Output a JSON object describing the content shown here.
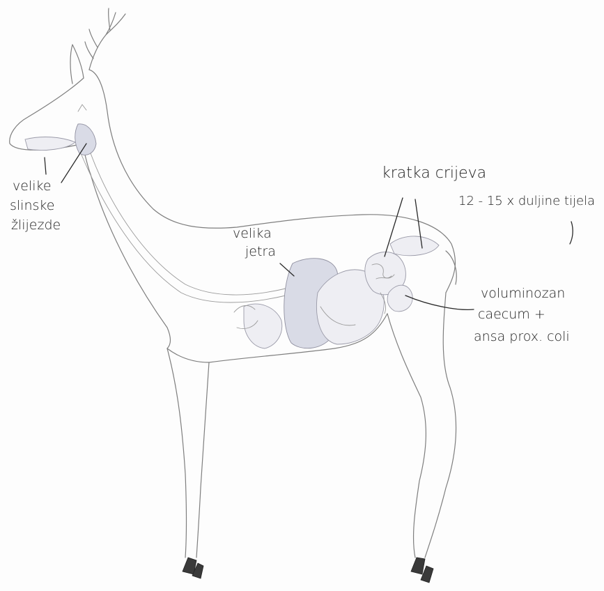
{
  "labels": {
    "salivary_glands": [
      "velike",
      "slinske",
      "žlijezde"
    ],
    "liver": [
      "velika",
      "jetra"
    ],
    "small_intestine_title": "kratka crijeva",
    "small_intestine_note": "12 - 15 x duljine tijela",
    "caecum": [
      "voluminozan",
      "caecum +",
      "ansa prox. coli"
    ]
  },
  "colors": {
    "organ_fill": "#d9dbe6",
    "outline": "#7e7e7e",
    "text": "#1e1e1e"
  }
}
